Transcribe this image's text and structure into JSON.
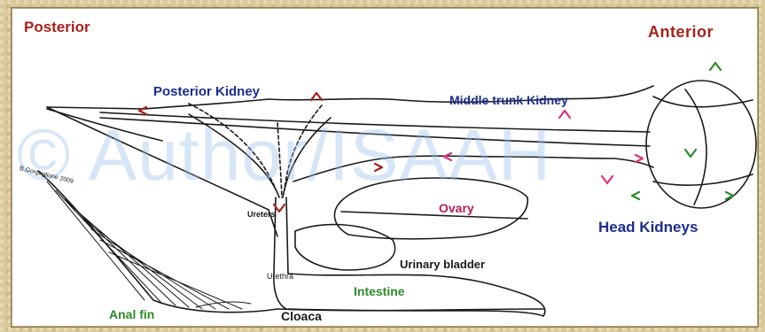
{
  "labels": {
    "posterior": "Posterior",
    "anterior": "Anterior",
    "posterior_kidney": "Posterior Kidney",
    "middle_trunk_kidney": "Middle trunk Kidney",
    "head_kidneys": "Head Kidneys",
    "ovary": "Ovary",
    "urinary_bladder": "Urinary bladder",
    "intestine": "Intestine",
    "anal_fin": "Anal fin",
    "cloaca": "Cloaca",
    "ureters": "Ureters",
    "urethra": "Urethra",
    "credit": "B.Gorgoglione 2009"
  },
  "watermark": "© Author/ISAAH",
  "colors": {
    "region_label": "#a8201a",
    "kidney_label": "#1c2d8c",
    "organ_label_pink": "#b0205a",
    "organ_label_green": "#2d8a2a",
    "arrow_dark_red": "#a8201a",
    "arrow_pink": "#e0307a",
    "arrow_green": "#2d8a2a",
    "line_art": "#1a1a1a"
  }
}
